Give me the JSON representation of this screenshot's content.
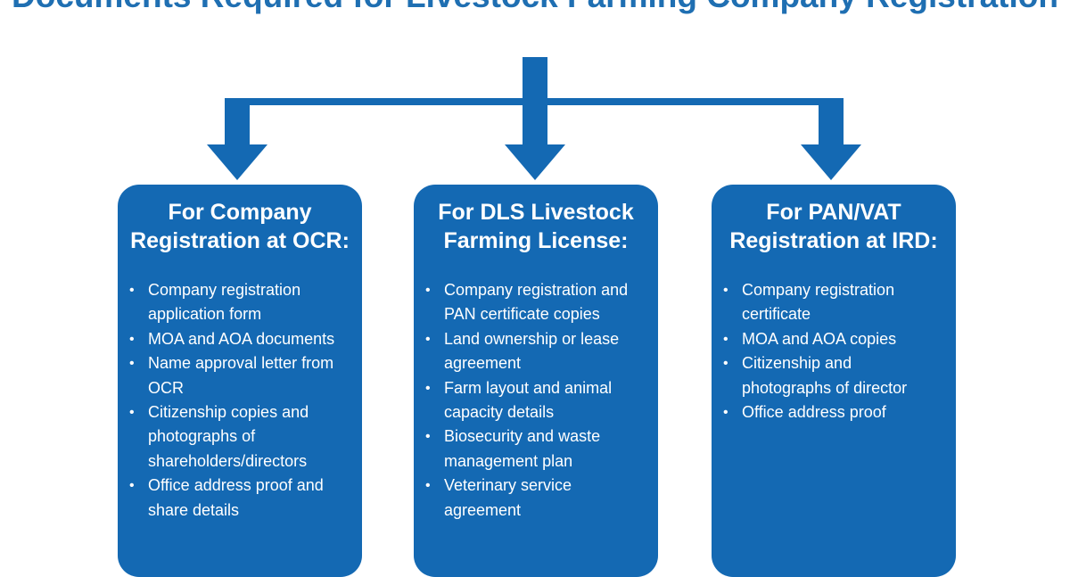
{
  "title": "Documents Required for Livestock Farming Company Registration",
  "colors": {
    "title": "#1f6fb2",
    "card_background": "#1469b3",
    "connector": "#1469b3",
    "card_text": "#ffffff"
  },
  "cards": [
    {
      "title": "For Company Registration at OCR:",
      "items": [
        "Company registration application form",
        "MOA and AOA documents",
        "Name approval letter from OCR",
        "Citizenship copies and photographs of shareholders/directors",
        "Office address proof and share details"
      ]
    },
    {
      "title": "For DLS Livestock Farming License:",
      "items": [
        "Company registration and PAN certificate copies",
        "Land ownership or lease agreement",
        "Farm layout and animal capacity details",
        "Biosecurity and waste management plan",
        "Veterinary service agreement"
      ]
    },
    {
      "title": "For PAN/VAT Registration at IRD:",
      "items": [
        "Company registration certificate",
        "MOA and AOA copies",
        "Citizenship and photographs of director",
        "Office address proof"
      ]
    }
  ]
}
